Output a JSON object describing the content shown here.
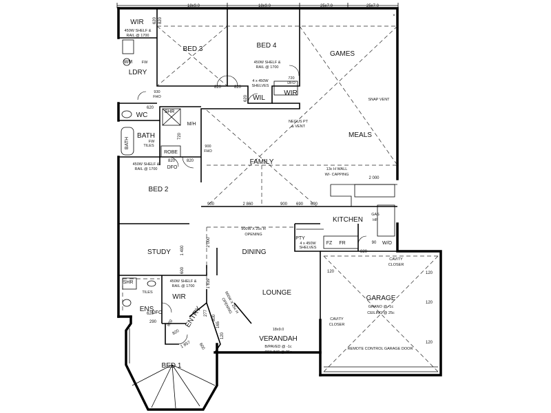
{
  "top_dimensions": [
    "18x9.0",
    "18x9.0",
    "25x7.0",
    "25x7.0"
  ],
  "rooms": {
    "wir_top": "WIR",
    "bed3": "BED 3",
    "bed4": "BED 4",
    "games": "GAMES",
    "ldry": "LDRY",
    "wm": "WM",
    "wil": "WIL",
    "wir_mid": "WIR",
    "wc": "WC",
    "shr": "SHR",
    "bath": "BATH",
    "bath_tub": "BATH",
    "robe": "ROBE",
    "meals": "MEALS",
    "family": "FAMILY",
    "bed2": "BED 2",
    "kitchen": "KITCHEN",
    "study": "STUDY",
    "dining": "DINING",
    "lounge": "LOUNGE",
    "garage": "GARAGE",
    "shr_ens": "SHR",
    "ens": "ENS",
    "wir_ens": "WIR",
    "entry": "ENTRY",
    "verandah": "VERANDAH",
    "bed1": "BED 1",
    "mh": "M/H",
    "dfo_bed2": "DFO",
    "dfo_ens": "DFO",
    "pty": "PTY",
    "fz": "FZ",
    "fr": "FR",
    "wo": "W/O"
  },
  "notes": {
    "shelf_top": "450W SHELF &",
    "rail_top": "RAIL @ 1700",
    "shelf_bed4": "450W SHELF &",
    "rail_bed4": "RAIL @ 1700",
    "shelves_4x": "4 x 450W",
    "shelves_word": "SHELVES",
    "dfo_720": "720",
    "dfo_720b": "DFO",
    "fw": "FW",
    "fho_930": "930",
    "fho_930b": "FHO",
    "snap_vent": "SNAP VENT",
    "negus1": "NEGUS PT",
    "negus2": "& VENT",
    "bath_fw": "FW",
    "tiles": "TILES",
    "fho_900": "900",
    "fho_900b": "FHO",
    "shelf_bed2": "450W SHELF &",
    "rail_bed2": "RAIL @ 1700",
    "wall_13c": "13c H WALL",
    "capping": "W/- CAPPING",
    "gas": "GAS",
    "hp": "HP",
    "opening1": "900W X 25c H",
    "opening1b": "OPENING",
    "shelves_kit": "4 x 450W",
    "shelves_kitb": "SHELVES",
    "cavity1": "CAVITY",
    "closer1": "CLOSER",
    "shelf_ens": "450W SHELF &",
    "rail_ens": "RAIL @ 1700",
    "ens_tiles": "TILES",
    "opening2": "900W X 25c H",
    "opening2b": "OPENING",
    "grano": "GRANO @ -1c",
    "ceiling_g": "CEILING @ 25c",
    "cavity2": "CAVITY",
    "closer2": "CLOSER",
    "remote": "REMOTE CONTROL GARAGE DOOR",
    "verandah_dims": "18x9.0",
    "bpaved": "B/PAVED @ -1c",
    "ceiling_v": "CEILING @ 25c"
  },
  "dimensions": {
    "d820_wir": "820",
    "d620_top": "620",
    "d820_bed3": "820",
    "d820_bed4": "820",
    "d620_wil": "620",
    "d620_wc": "620",
    "d720": "720",
    "d820_b2a": "820",
    "d820_b2b": "820",
    "k900a": "900",
    "k2860": "2 860",
    "k900b": "900",
    "k690a": "690",
    "k690b": "690",
    "k2000": "2 000",
    "d1400": "1 400",
    "d2000v": "2 000",
    "d600": "600",
    "d1839": "1 839",
    "d820_kit": "820",
    "d90": "90",
    "d120a": "120",
    "d120b": "120",
    "d120c": "120",
    "d120d": "120",
    "d620_ens": "620",
    "d290": "290",
    "d820_ens": "820",
    "d277": "277",
    "d800": "800",
    "d165": "165",
    "d120e": "120",
    "d1857": "1 857",
    "d600b": "600",
    "d820_bed1": "820"
  }
}
